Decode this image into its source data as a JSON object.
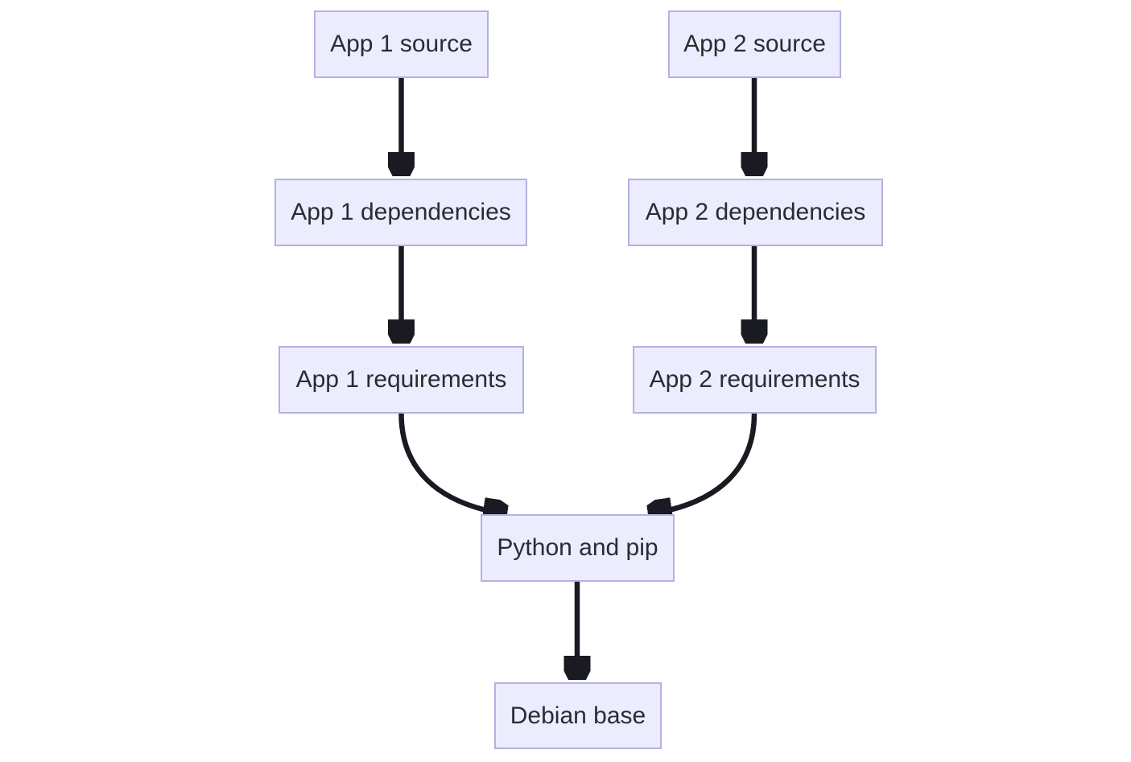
{
  "diagram": {
    "type": "flowchart",
    "direction": "top-down",
    "colors": {
      "background": "#ffffff",
      "node_fill": "#ececff",
      "node_border": "#b6b0e2",
      "edge_color": "#1a1a22",
      "text_color": "#2b2b33"
    },
    "nodes": [
      {
        "id": "app1-source",
        "label": "App 1 source"
      },
      {
        "id": "app2-source",
        "label": "App 2 source"
      },
      {
        "id": "app1-dependencies",
        "label": "App 1 dependencies"
      },
      {
        "id": "app2-dependencies",
        "label": "App 2 dependencies"
      },
      {
        "id": "app1-requirements",
        "label": "App 1 requirements"
      },
      {
        "id": "app2-requirements",
        "label": "App 2 requirements"
      },
      {
        "id": "python-pip",
        "label": "Python and pip"
      },
      {
        "id": "debian-base",
        "label": "Debian base"
      }
    ],
    "edges": [
      {
        "from": "app1-source",
        "to": "app1-dependencies",
        "style": "arrow"
      },
      {
        "from": "app2-source",
        "to": "app2-dependencies",
        "style": "arrow"
      },
      {
        "from": "app1-dependencies",
        "to": "app1-requirements",
        "style": "arrow"
      },
      {
        "from": "app2-dependencies",
        "to": "app2-requirements",
        "style": "arrow"
      },
      {
        "from": "app1-requirements",
        "to": "python-pip",
        "style": "arrow-curved"
      },
      {
        "from": "app2-requirements",
        "to": "python-pip",
        "style": "arrow-curved"
      },
      {
        "from": "python-pip",
        "to": "debian-base",
        "style": "arrow"
      }
    ]
  }
}
